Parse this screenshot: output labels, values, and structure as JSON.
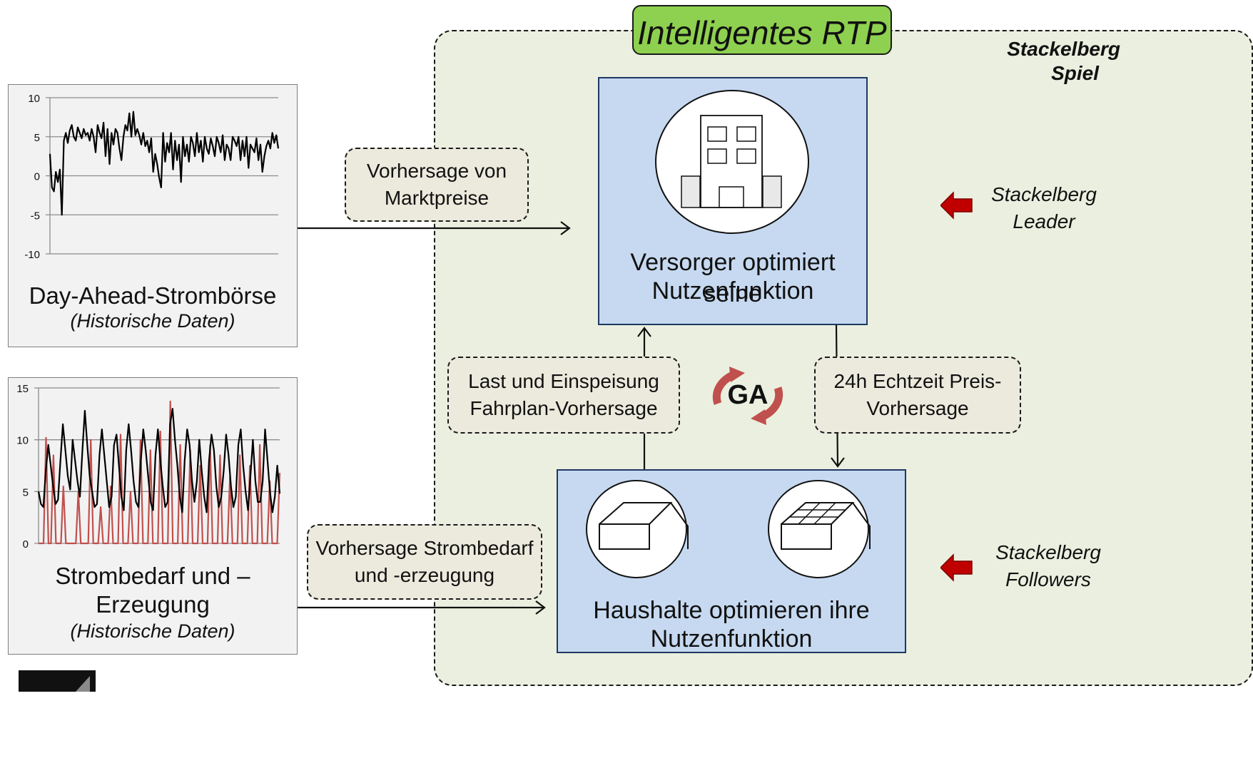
{
  "chart_data": [
    {
      "type": "line",
      "title": "Day-Ahead-Strombörse",
      "subtitle": "(Historische Daten)",
      "ylim": [
        -10,
        10
      ],
      "yticks": [
        10,
        5,
        0,
        -5,
        -10
      ],
      "grid": true,
      "series": [
        {
          "color": "#000000",
          "values": [
            2.8,
            -1.5,
            -2.0,
            0.5,
            -0.8,
            0.8,
            -5.0,
            4.5,
            5.5,
            4.2,
            5.8,
            6.5,
            5.0,
            4.5,
            6.2,
            5.5,
            4.8,
            6.0,
            5.2,
            5.5,
            4.5,
            6.0,
            5.0,
            3.0,
            6.5,
            5.5,
            4.8,
            6.8,
            2.5,
            6.0,
            1.5,
            5.5,
            4.0,
            6.0,
            5.5,
            3.5,
            2.0,
            5.0,
            6.5,
            5.8,
            8.0,
            5.0,
            8.2,
            5.2,
            6.0,
            5.2,
            4.0,
            5.5,
            3.8,
            4.5,
            3.0,
            4.8,
            0.5,
            2.8,
            1.5,
            -0.2,
            -1.5,
            5.5,
            1.8,
            4.2,
            3.0,
            5.5,
            0.8,
            4.5,
            2.0,
            4.0,
            -0.8,
            5.0,
            2.5,
            4.0,
            1.8,
            5.0,
            4.2,
            2.5,
            5.5,
            3.0,
            4.5,
            1.8,
            5.0,
            3.5,
            2.8,
            4.8,
            3.8,
            2.5,
            5.0,
            4.2,
            3.0,
            5.2,
            2.0,
            4.0,
            3.5,
            2.0,
            5.0,
            4.5,
            3.8,
            5.0,
            2.0,
            4.5,
            2.5,
            5.0,
            1.0,
            4.0,
            3.5,
            3.0,
            4.8,
            2.0,
            4.0,
            0.5,
            2.5,
            3.8,
            4.5,
            3.5,
            5.5,
            4.2,
            5.2,
            3.5
          ]
        }
      ]
    },
    {
      "type": "line",
      "title": "Strombedarf und – Erzeugung",
      "subtitle": "(Historische Daten)",
      "ylim": [
        0,
        15
      ],
      "yticks": [
        15,
        10,
        5,
        0
      ],
      "grid": true,
      "series": [
        {
          "color": "#000000",
          "values": [
            5.0,
            3.8,
            3.5,
            7.0,
            9.5,
            7.5,
            5.5,
            3.8,
            4.2,
            8.0,
            11.5,
            9.0,
            6.5,
            5.2,
            10.0,
            8.0,
            6.0,
            4.5,
            9.0,
            12.8,
            9.5,
            6.5,
            5.0,
            3.5,
            3.8,
            8.5,
            11.0,
            8.5,
            6.0,
            3.5,
            4.5,
            9.5,
            10.5,
            7.5,
            4.5,
            3.2,
            9.0,
            11.5,
            9.0,
            6.0,
            4.0,
            3.5,
            8.0,
            11.0,
            9.0,
            6.5,
            4.0,
            3.2,
            8.5,
            11.0,
            8.0,
            5.5,
            3.5,
            4.0,
            11.5,
            13.0,
            10.0,
            7.5,
            4.5,
            3.0,
            8.0,
            11.0,
            9.5,
            6.0,
            4.0,
            6.0,
            10.0,
            7.0,
            4.5,
            3.0,
            8.0,
            10.5,
            9.0,
            5.5,
            3.5,
            4.5,
            7.0,
            10.5,
            8.5,
            5.5,
            3.5,
            4.5,
            9.5,
            11.0,
            7.5,
            5.0,
            3.2,
            6.5,
            10.0,
            6.0,
            4.0,
            4.0,
            6.0,
            11.0,
            8.0,
            5.0,
            3.0,
            4.5,
            7.5,
            4.8
          ]
        },
        {
          "color": "#c0504d",
          "values": [
            0,
            0,
            0,
            10.2,
            0,
            0,
            8.5,
            0,
            0,
            0,
            5.5,
            0,
            0,
            0,
            0,
            0,
            5.0,
            0,
            0,
            0,
            0,
            10.0,
            0,
            0,
            0,
            3.5,
            0,
            0,
            0,
            5.5,
            0,
            0,
            0,
            10.5,
            0,
            0,
            0,
            5.0,
            0,
            0,
            0,
            10.0,
            0,
            0,
            0,
            9.0,
            0,
            0,
            0,
            10.8,
            0,
            0,
            0,
            13.7,
            0,
            0,
            0,
            9.5,
            0,
            0,
            0,
            9.0,
            0,
            0,
            0,
            7.5,
            0,
            0,
            0,
            9.5,
            0,
            0,
            0,
            8.5,
            0,
            0,
            0,
            6.5,
            0,
            0,
            0,
            8.5,
            0,
            0,
            0,
            7.5,
            0,
            0,
            0,
            9.5,
            0,
            0,
            0,
            6.0,
            0,
            0,
            0,
            6.8
          ]
        }
      ]
    }
  ],
  "panels": {
    "prices": {
      "title": "Day-Ahead-Strombörse",
      "subtitle": "(Historische Daten)"
    },
    "demand": {
      "title_line1": "Strombedarf und –",
      "title_line2": "Erzeugung",
      "subtitle": "(Historische Daten)"
    }
  },
  "diagram": {
    "title": "Intelligentes RTP",
    "game_label_line1": "Stackelberg",
    "game_label_line2": "Spiel",
    "leader_line1": "Stackelberg",
    "leader_line2": "Leader",
    "followers_line1": "Stackelberg",
    "followers_line2": "Followers",
    "supplier_line1": "Versorger optimiert seine",
    "supplier_line2": "Nutzenfunktion",
    "households_line1": "Haushalte optimieren ihre",
    "households_line2": "Nutzenfunktion",
    "note_prices_line1": "Vorhersage von",
    "note_prices_line2": "Marktpreise",
    "note_demand_line1": "Vorhersage Strombedarf",
    "note_demand_line2": "und -erzeugung",
    "note_load_line1": "Last und Einspeisung",
    "note_load_line2": "Fahrplan-Vorhersage",
    "note_rtp_line1": "24h Echtzeit Preis-",
    "note_rtp_line2": "Vorhersage",
    "ga_label": "GA"
  },
  "colors": {
    "region_fill": "#ebefdf",
    "title_fill": "#8ed04f",
    "box_fill": "#c6d9f0",
    "note_fill": "#eceadd",
    "arrow_red": "#c00000",
    "cycle_red": "#c0504d",
    "generation_line": "#c0504d"
  }
}
